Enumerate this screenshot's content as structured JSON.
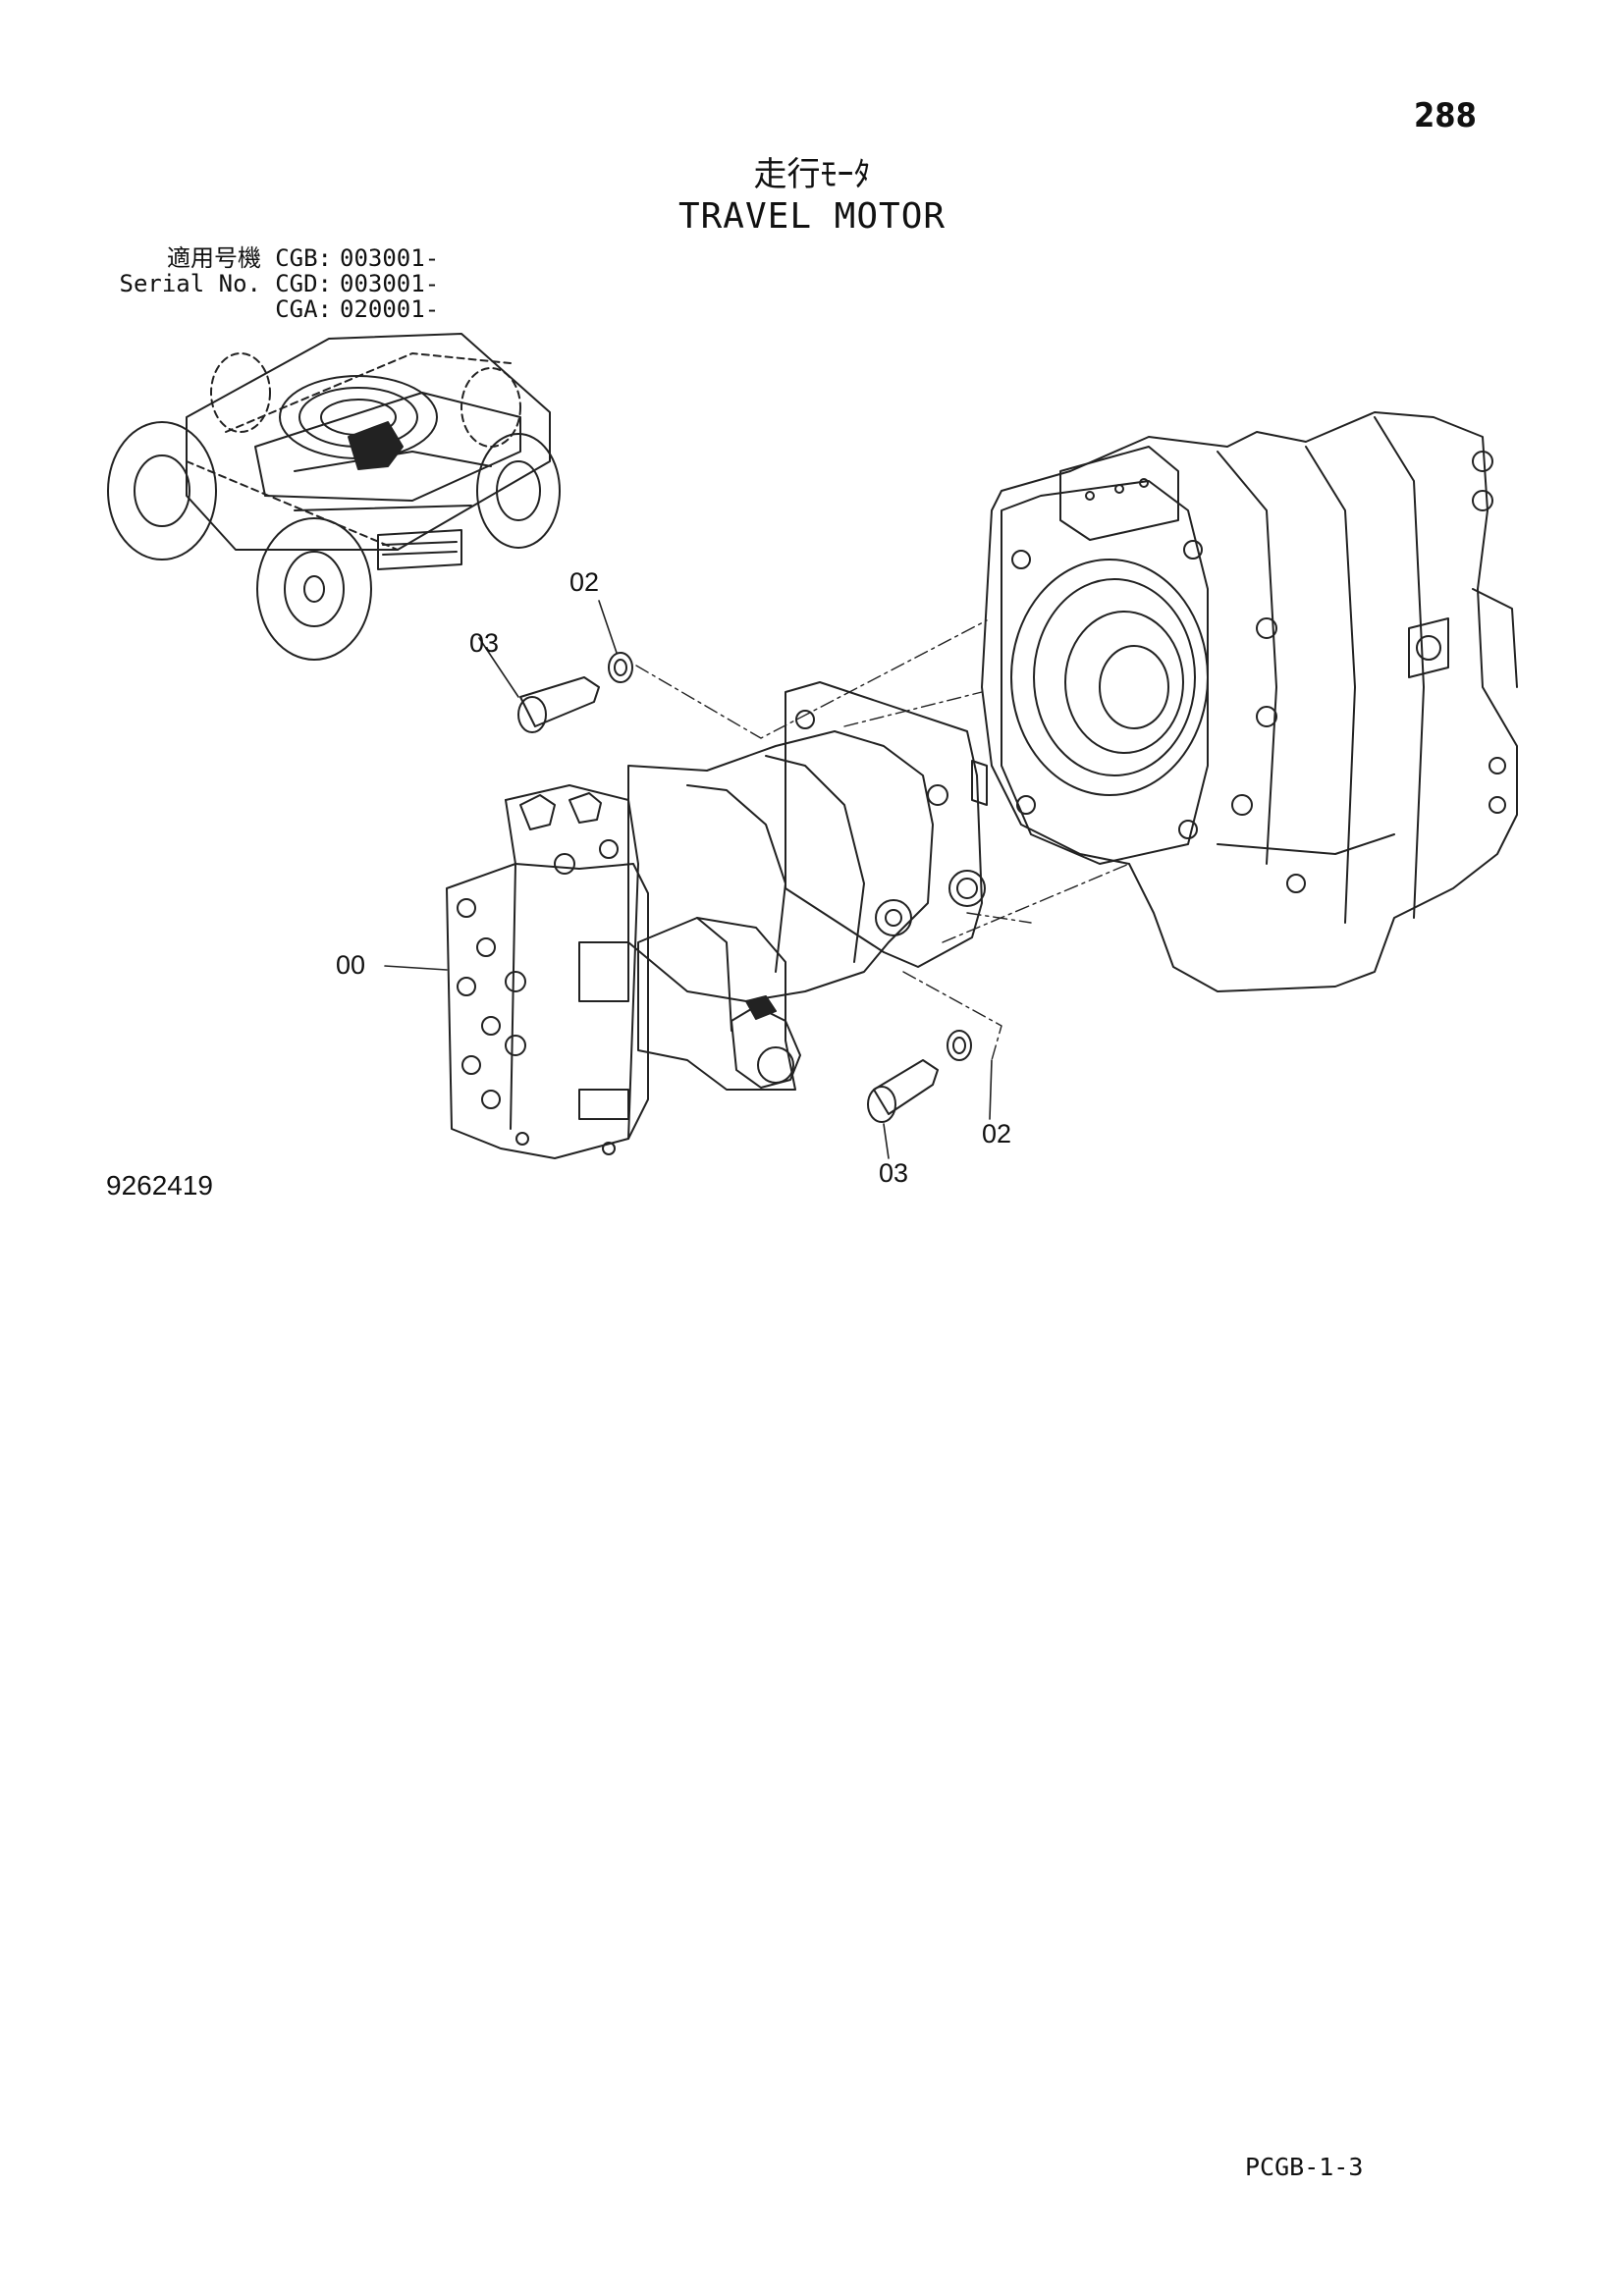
{
  "page": {
    "number": "288",
    "code": "PCGB-1-3"
  },
  "title": {
    "japanese": "走行ﾓｰﾀ",
    "english": "TRAVEL MOTOR"
  },
  "serial": {
    "label_jp": "適用号機",
    "label_en": "Serial No.",
    "rows": [
      {
        "model": "CGB:",
        "code": "003001-"
      },
      {
        "model": "CGD:",
        "code": "003001-"
      },
      {
        "model": "CGA:",
        "code": "020001-"
      }
    ]
  },
  "callouts": {
    "c00": "00",
    "c02_top": "02",
    "c03_top": "03",
    "c02_bottom": "02",
    "c03_bottom": "03"
  },
  "figure_number": "9262419"
}
